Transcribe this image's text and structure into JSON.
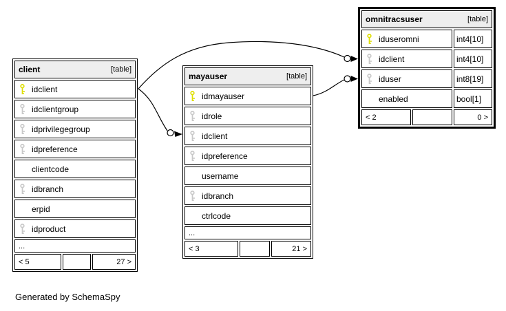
{
  "diagram": {
    "generator_note": "Generated by SchemaSpy"
  },
  "colors": {
    "primary_key": "#dede00",
    "foreign_key": "#c8c8c8",
    "header_bg": "#eeeeee",
    "border": "#000000"
  },
  "tables": [
    {
      "name": "client",
      "tag": "[table]",
      "columns": [
        {
          "name": "idclient",
          "key": "primary"
        },
        {
          "name": "idclientgroup",
          "key": "index"
        },
        {
          "name": "idprivilegegroup",
          "key": "index"
        },
        {
          "name": "idpreference",
          "key": "index"
        },
        {
          "name": "clientcode",
          "key": "none"
        },
        {
          "name": "idbranch",
          "key": "index"
        },
        {
          "name": "erpid",
          "key": "none"
        },
        {
          "name": "idproduct",
          "key": "index"
        }
      ],
      "truncation": "...",
      "footer": {
        "parents": "< 5",
        "children": "27 >"
      }
    },
    {
      "name": "mayauser",
      "tag": "[table]",
      "columns": [
        {
          "name": "idmayauser",
          "key": "primary"
        },
        {
          "name": "idrole",
          "key": "index"
        },
        {
          "name": "idclient",
          "key": "index"
        },
        {
          "name": "idpreference",
          "key": "index"
        },
        {
          "name": "username",
          "key": "none"
        },
        {
          "name": "idbranch",
          "key": "index"
        },
        {
          "name": "ctrlcode",
          "key": "none"
        }
      ],
      "truncation": "...",
      "footer": {
        "parents": "< 3",
        "children": "21 >"
      }
    },
    {
      "name": "omnitracsuser",
      "tag": "[table]",
      "columns": [
        {
          "name": "iduseromni",
          "key": "primary",
          "type": "int4[10]"
        },
        {
          "name": "idclient",
          "key": "index",
          "type": "int4[10]"
        },
        {
          "name": "iduser",
          "key": "index",
          "type": "int8[19]"
        },
        {
          "name": "enabled",
          "key": "none",
          "type": "bool[1]"
        }
      ],
      "footer": {
        "parents": "< 2",
        "children": "0 >"
      }
    }
  ],
  "relationships": [
    {
      "from": "client.idclient",
      "to": "omnitracsuser.idclient"
    },
    {
      "from": "client.idclient",
      "to": "mayauser.idclient"
    },
    {
      "from": "mayauser.idmayauser",
      "to": "omnitracsuser.iduser"
    }
  ]
}
